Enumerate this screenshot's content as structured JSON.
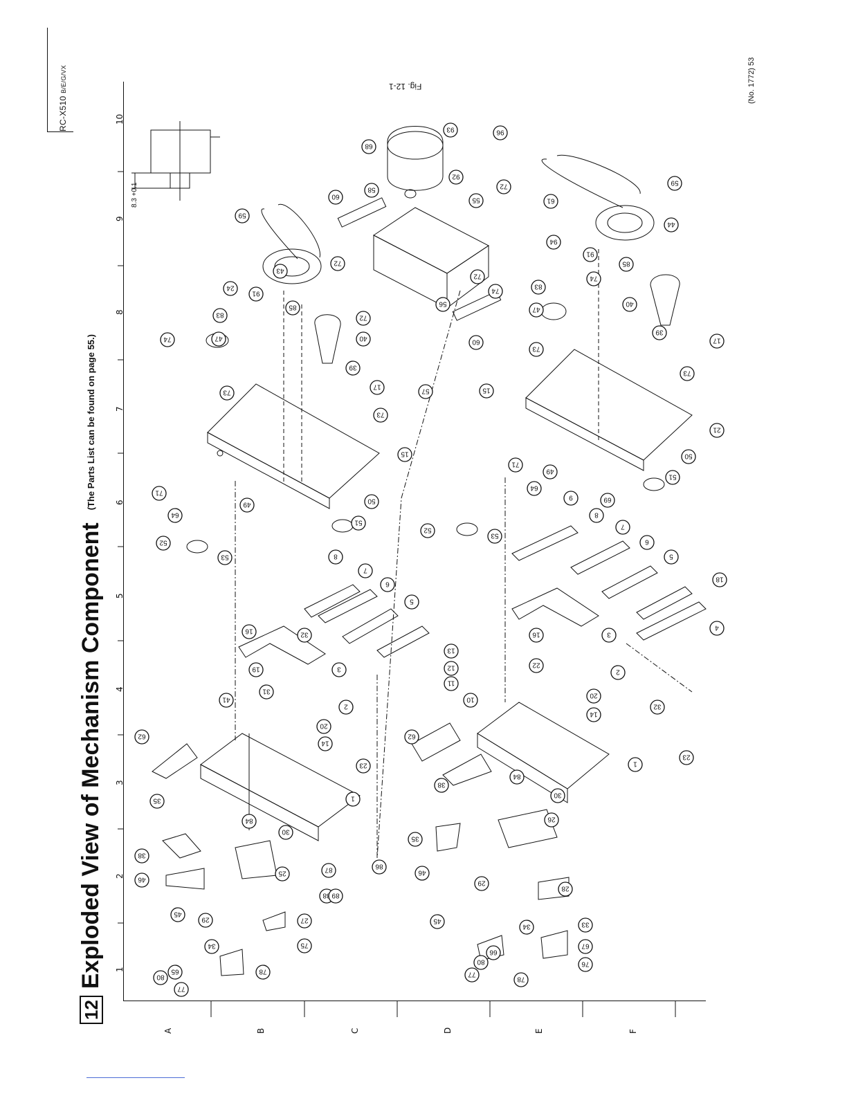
{
  "header": {
    "model": "RC-X510",
    "model_suffix": "B/E/G/VX",
    "page_ref": "(No. 1772) 53"
  },
  "section": {
    "number": "12",
    "title": "Exploded View of Mechanism Component",
    "note": "(The Parts List can be found on page 55.)"
  },
  "figure": {
    "label": "Fig. 12-1",
    "dimension_label": "8.3 +0.1"
  },
  "grid": {
    "columns": [
      "1",
      "2",
      "3",
      "4",
      "5",
      "6",
      "7",
      "8",
      "9",
      "10"
    ],
    "rows": [
      "A",
      "B",
      "C",
      "D",
      "E",
      "F"
    ]
  },
  "callouts": [
    "1",
    "2",
    "3",
    "4",
    "5",
    "6",
    "7",
    "8",
    "9",
    "10",
    "11",
    "12",
    "13",
    "14",
    "15",
    "16",
    "17",
    "18",
    "19",
    "20",
    "21",
    "22",
    "23",
    "24",
    "25",
    "26",
    "27",
    "28",
    "29",
    "30",
    "31",
    "32",
    "33",
    "34",
    "35",
    "38",
    "39",
    "40",
    "41",
    "43",
    "44",
    "45",
    "46",
    "47",
    "49",
    "50",
    "51",
    "52",
    "53",
    "55",
    "56",
    "57",
    "58",
    "59",
    "60",
    "61",
    "62",
    "64",
    "65",
    "66",
    "67",
    "68",
    "69",
    "71",
    "72",
    "73",
    "74",
    "75",
    "76",
    "77",
    "78",
    "80",
    "83",
    "84",
    "85",
    "86",
    "87",
    "88",
    "89",
    "91",
    "92",
    "93",
    "94",
    "96"
  ],
  "colors": {
    "ink": "#111111",
    "paper": "#ffffff",
    "link": "#4b6bd6"
  }
}
